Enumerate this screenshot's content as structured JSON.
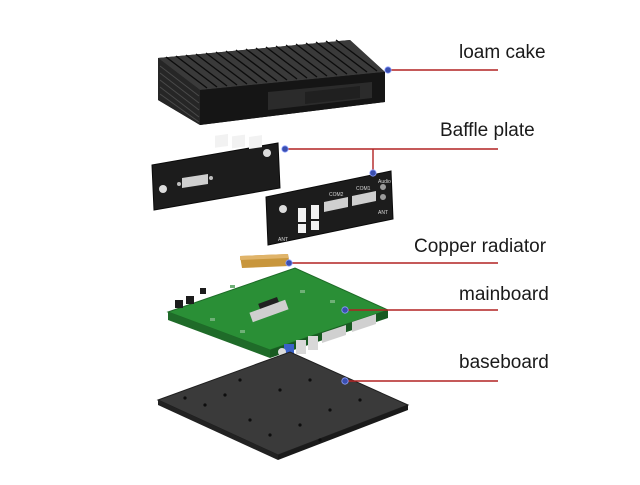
{
  "labels": [
    "loam cake",
    "Baffle plate",
    "Copper radiator",
    "mainboard",
    "baseboard"
  ],
  "panel_marks": {
    "com2": "COM2",
    "com1": "COM1",
    "audio": "Audio",
    "ant_left": "ANT",
    "ant_right": "ANT"
  },
  "colors": {
    "leader_line": "#b22222",
    "marker": "#3a4fb0",
    "case": "#1c1c1c",
    "board": "#2e9a3a",
    "copper": "#c8963c"
  }
}
